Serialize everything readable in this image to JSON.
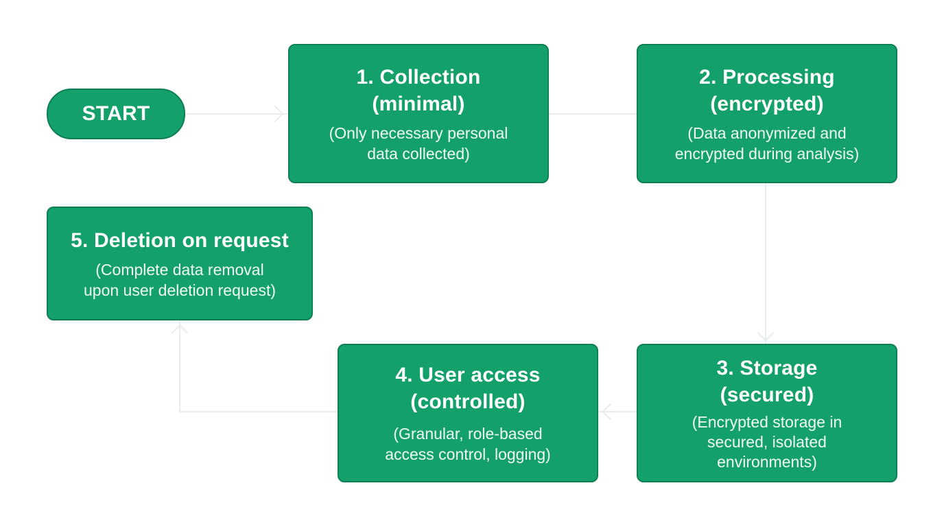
{
  "diagram": {
    "nodes": [
      {
        "id": "start",
        "title": "START",
        "description": ""
      },
      {
        "id": "collection",
        "title": "1. Collection\n(minimal)",
        "description": "(Only necessary personal\ndata collected)"
      },
      {
        "id": "processing",
        "title": "2. Processing\n(encrypted)",
        "description": "(Data anonymized and\nencrypted during analysis)"
      },
      {
        "id": "storage",
        "title": "3. Storage\n(secured)",
        "description": "(Encrypted storage in\nsecured, isolated\nenvironments)"
      },
      {
        "id": "user-access",
        "title": "4. User access\n(controlled)",
        "description": "(Granular, role-based\naccess control, logging)"
      },
      {
        "id": "deletion",
        "title": "5. Deletion on request",
        "description": "(Complete data removal\nupon user deletion request)"
      }
    ],
    "edges": [
      {
        "from": "start",
        "to": "collection"
      },
      {
        "from": "collection",
        "to": "processing"
      },
      {
        "from": "processing",
        "to": "storage"
      },
      {
        "from": "storage",
        "to": "user-access"
      },
      {
        "from": "user-access",
        "to": "deletion"
      }
    ],
    "colors": {
      "node_fill": "#13a06a",
      "node_border": "#0d7f52",
      "text": "#ffffff",
      "connector": "#e6ece9",
      "background": "#ffffff"
    }
  }
}
